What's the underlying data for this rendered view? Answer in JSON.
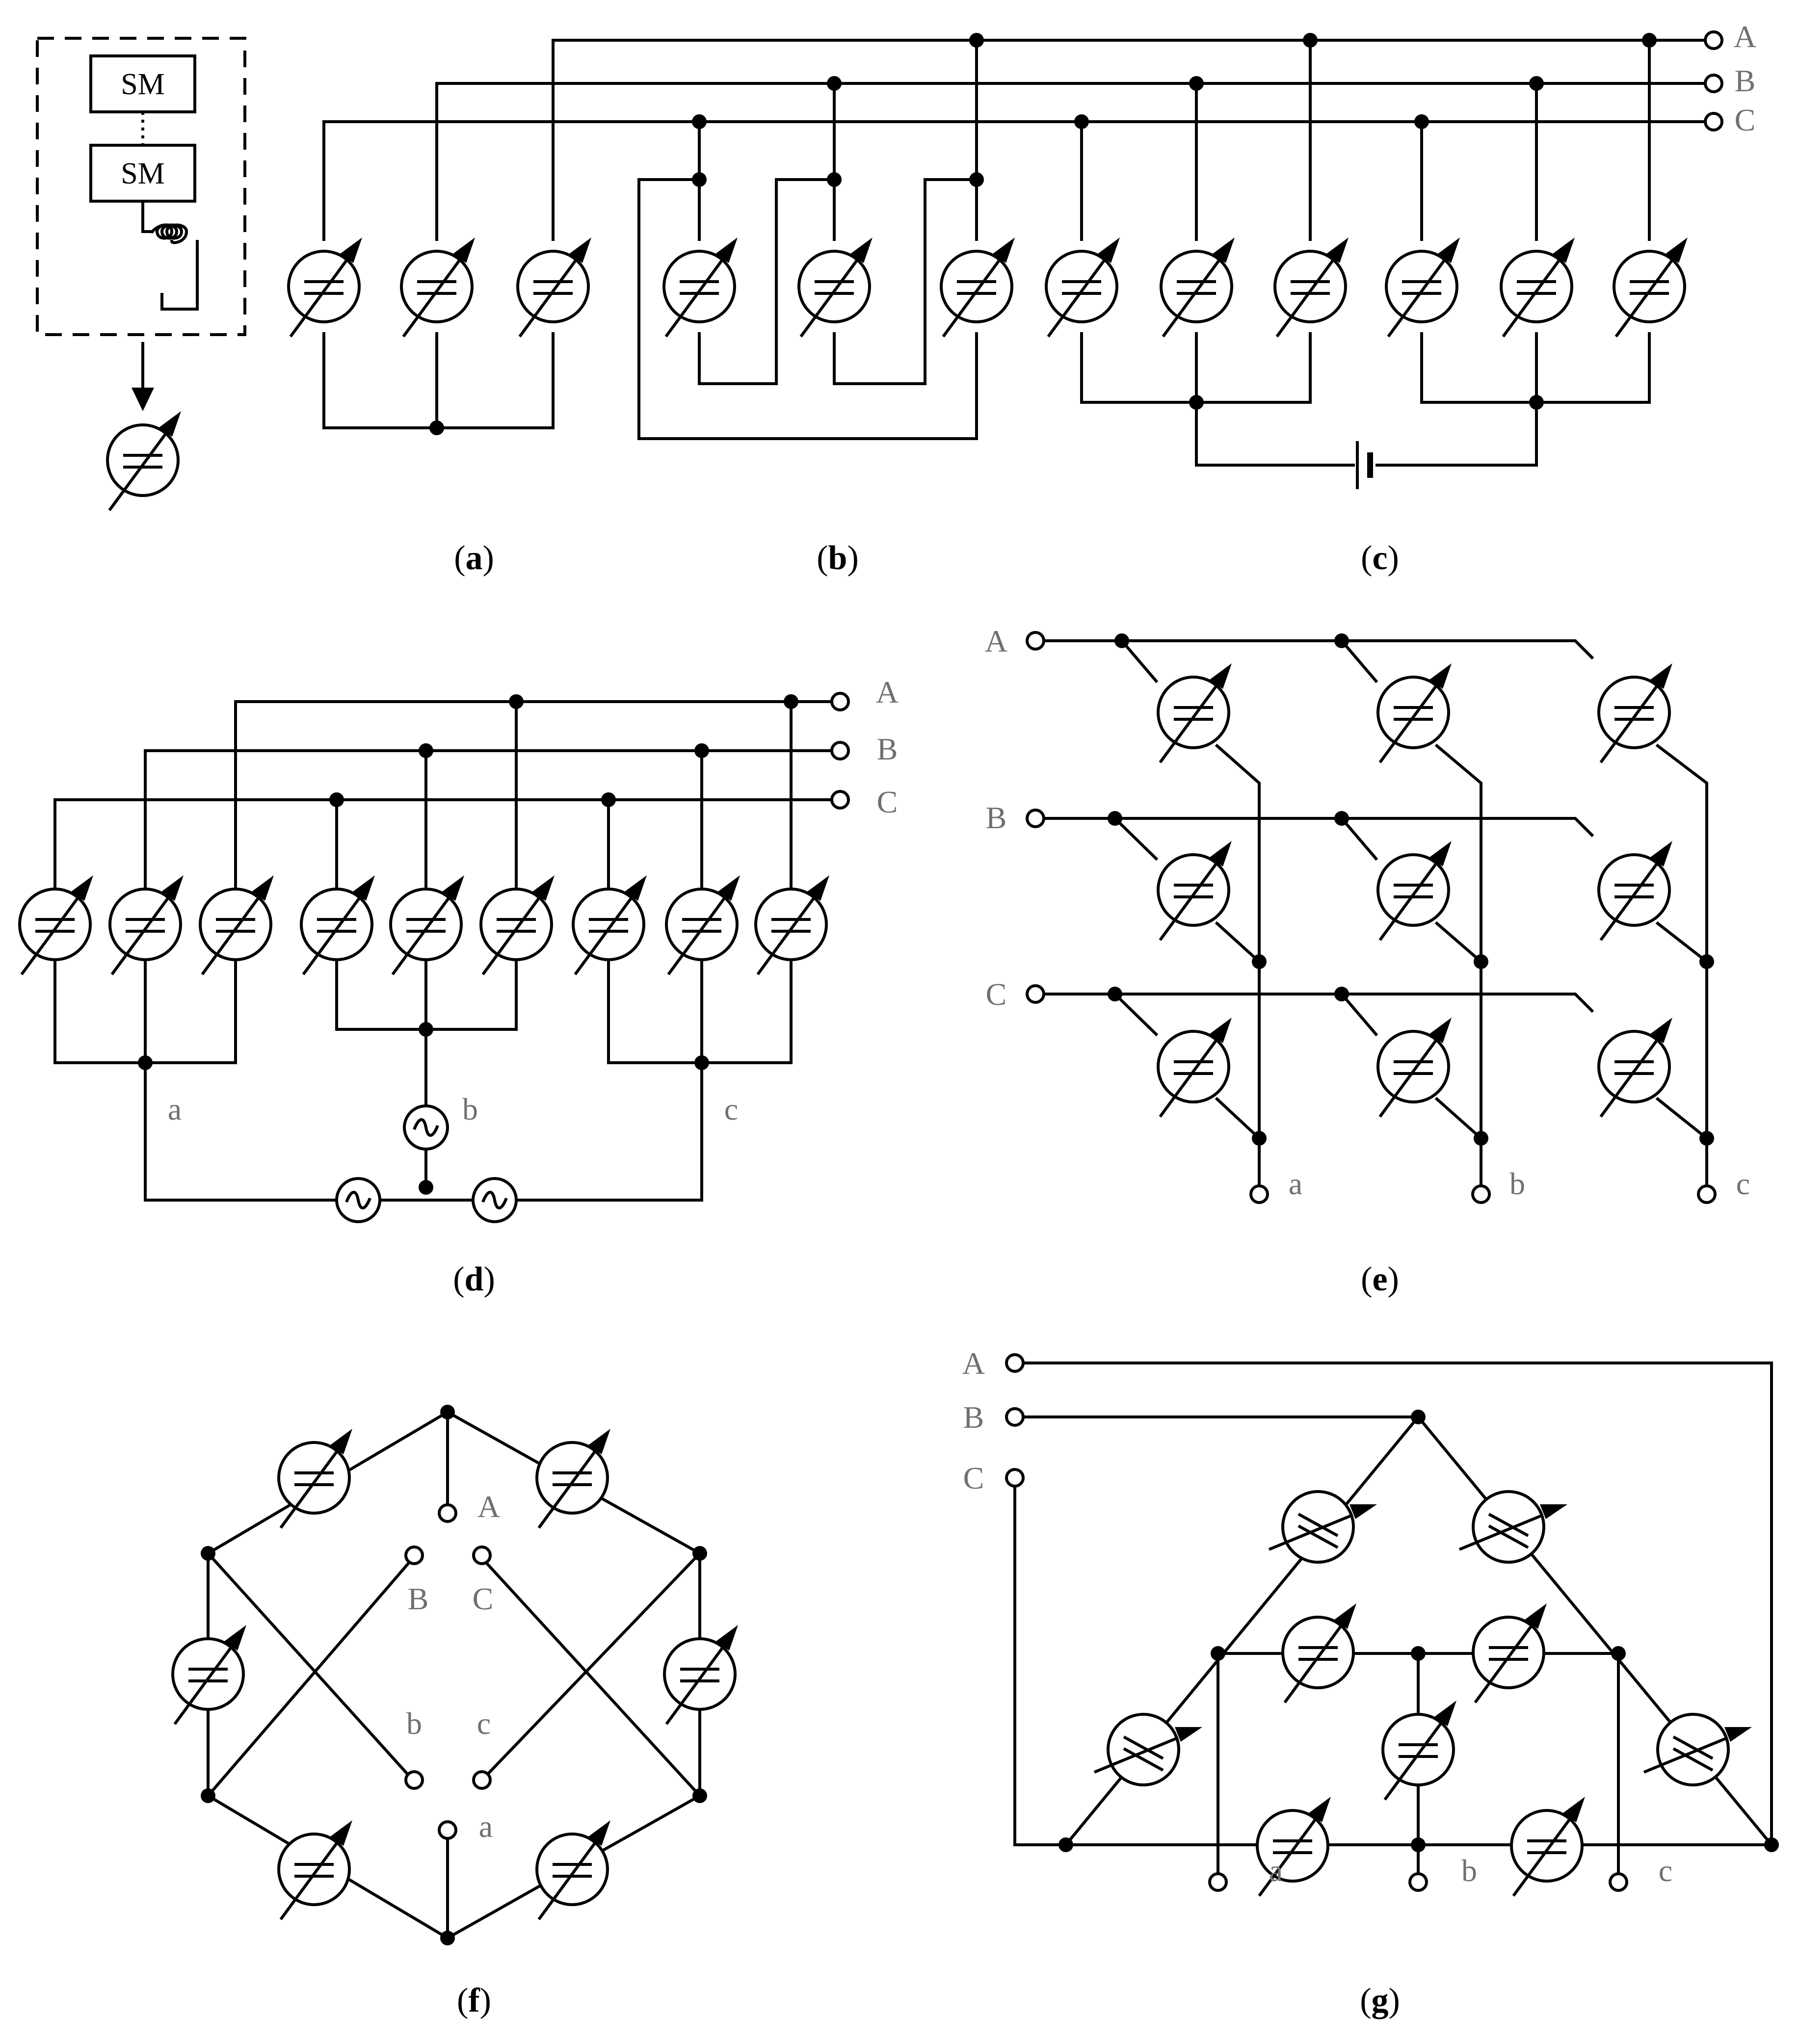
{
  "inset_box": {
    "top_label": "SM",
    "bottom_label": "SM"
  },
  "panels": {
    "a": {
      "paren_open": "(",
      "letter": "a",
      "paren_close": ")"
    },
    "b": {
      "paren_open": "(",
      "letter": "b",
      "paren_close": ")"
    },
    "c": {
      "paren_open": "(",
      "letter": "c",
      "paren_close": ")"
    },
    "d": {
      "paren_open": "(",
      "letter": "d",
      "paren_close": ")"
    },
    "e": {
      "paren_open": "(",
      "letter": "e",
      "paren_close": ")"
    },
    "f": {
      "paren_open": "(",
      "letter": "f",
      "paren_close": ")"
    },
    "g": {
      "paren_open": "(",
      "letter": "g",
      "paren_close": ")"
    }
  },
  "terminals": {
    "input": {
      "A": "A",
      "B": "B",
      "C": "C"
    },
    "output": {
      "a": "a",
      "b": "b",
      "c": "c"
    }
  },
  "icons": {
    "arm": "variable-voltage-source-icon",
    "ac_source": "ac-source-icon",
    "dc_source": "dc-source-icon",
    "inductor": "inductor-icon"
  }
}
